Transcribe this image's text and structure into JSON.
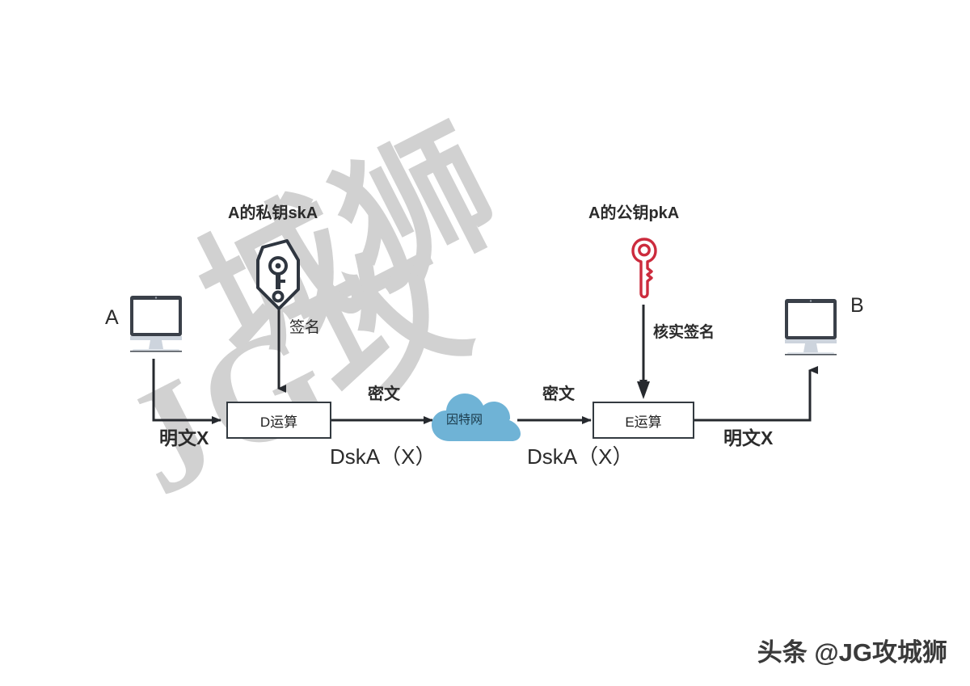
{
  "diagram": {
    "title_alt": "数字签名流程图",
    "endpoints": {
      "left_label": "A",
      "right_label": "B"
    },
    "keys": {
      "private": {
        "label": "A的私钥skA",
        "icon": "private-key-tag-icon",
        "color": "#2f3640",
        "action_label": "签名"
      },
      "public": {
        "label": "A的公钥pkA",
        "icon": "public-key-icon",
        "color": "#cc2b3d",
        "action_label": "核实签名"
      }
    },
    "boxes": {
      "d_op": "D运算",
      "e_op": "E运算"
    },
    "cloud": {
      "label": "因特网",
      "color": "#6fb3d6"
    },
    "flow_labels": {
      "plaintext_left": "明文X",
      "ciphertext_left": "密文",
      "ciphertext_right": "密文",
      "plaintext_right": "明文X",
      "formula_left": "DskA（X）",
      "formula_right": "DskA（X）"
    }
  },
  "watermark": {
    "main_line1": "JG攻",
    "main_line2": "城狮",
    "footer": "头条 @JG攻城狮"
  }
}
